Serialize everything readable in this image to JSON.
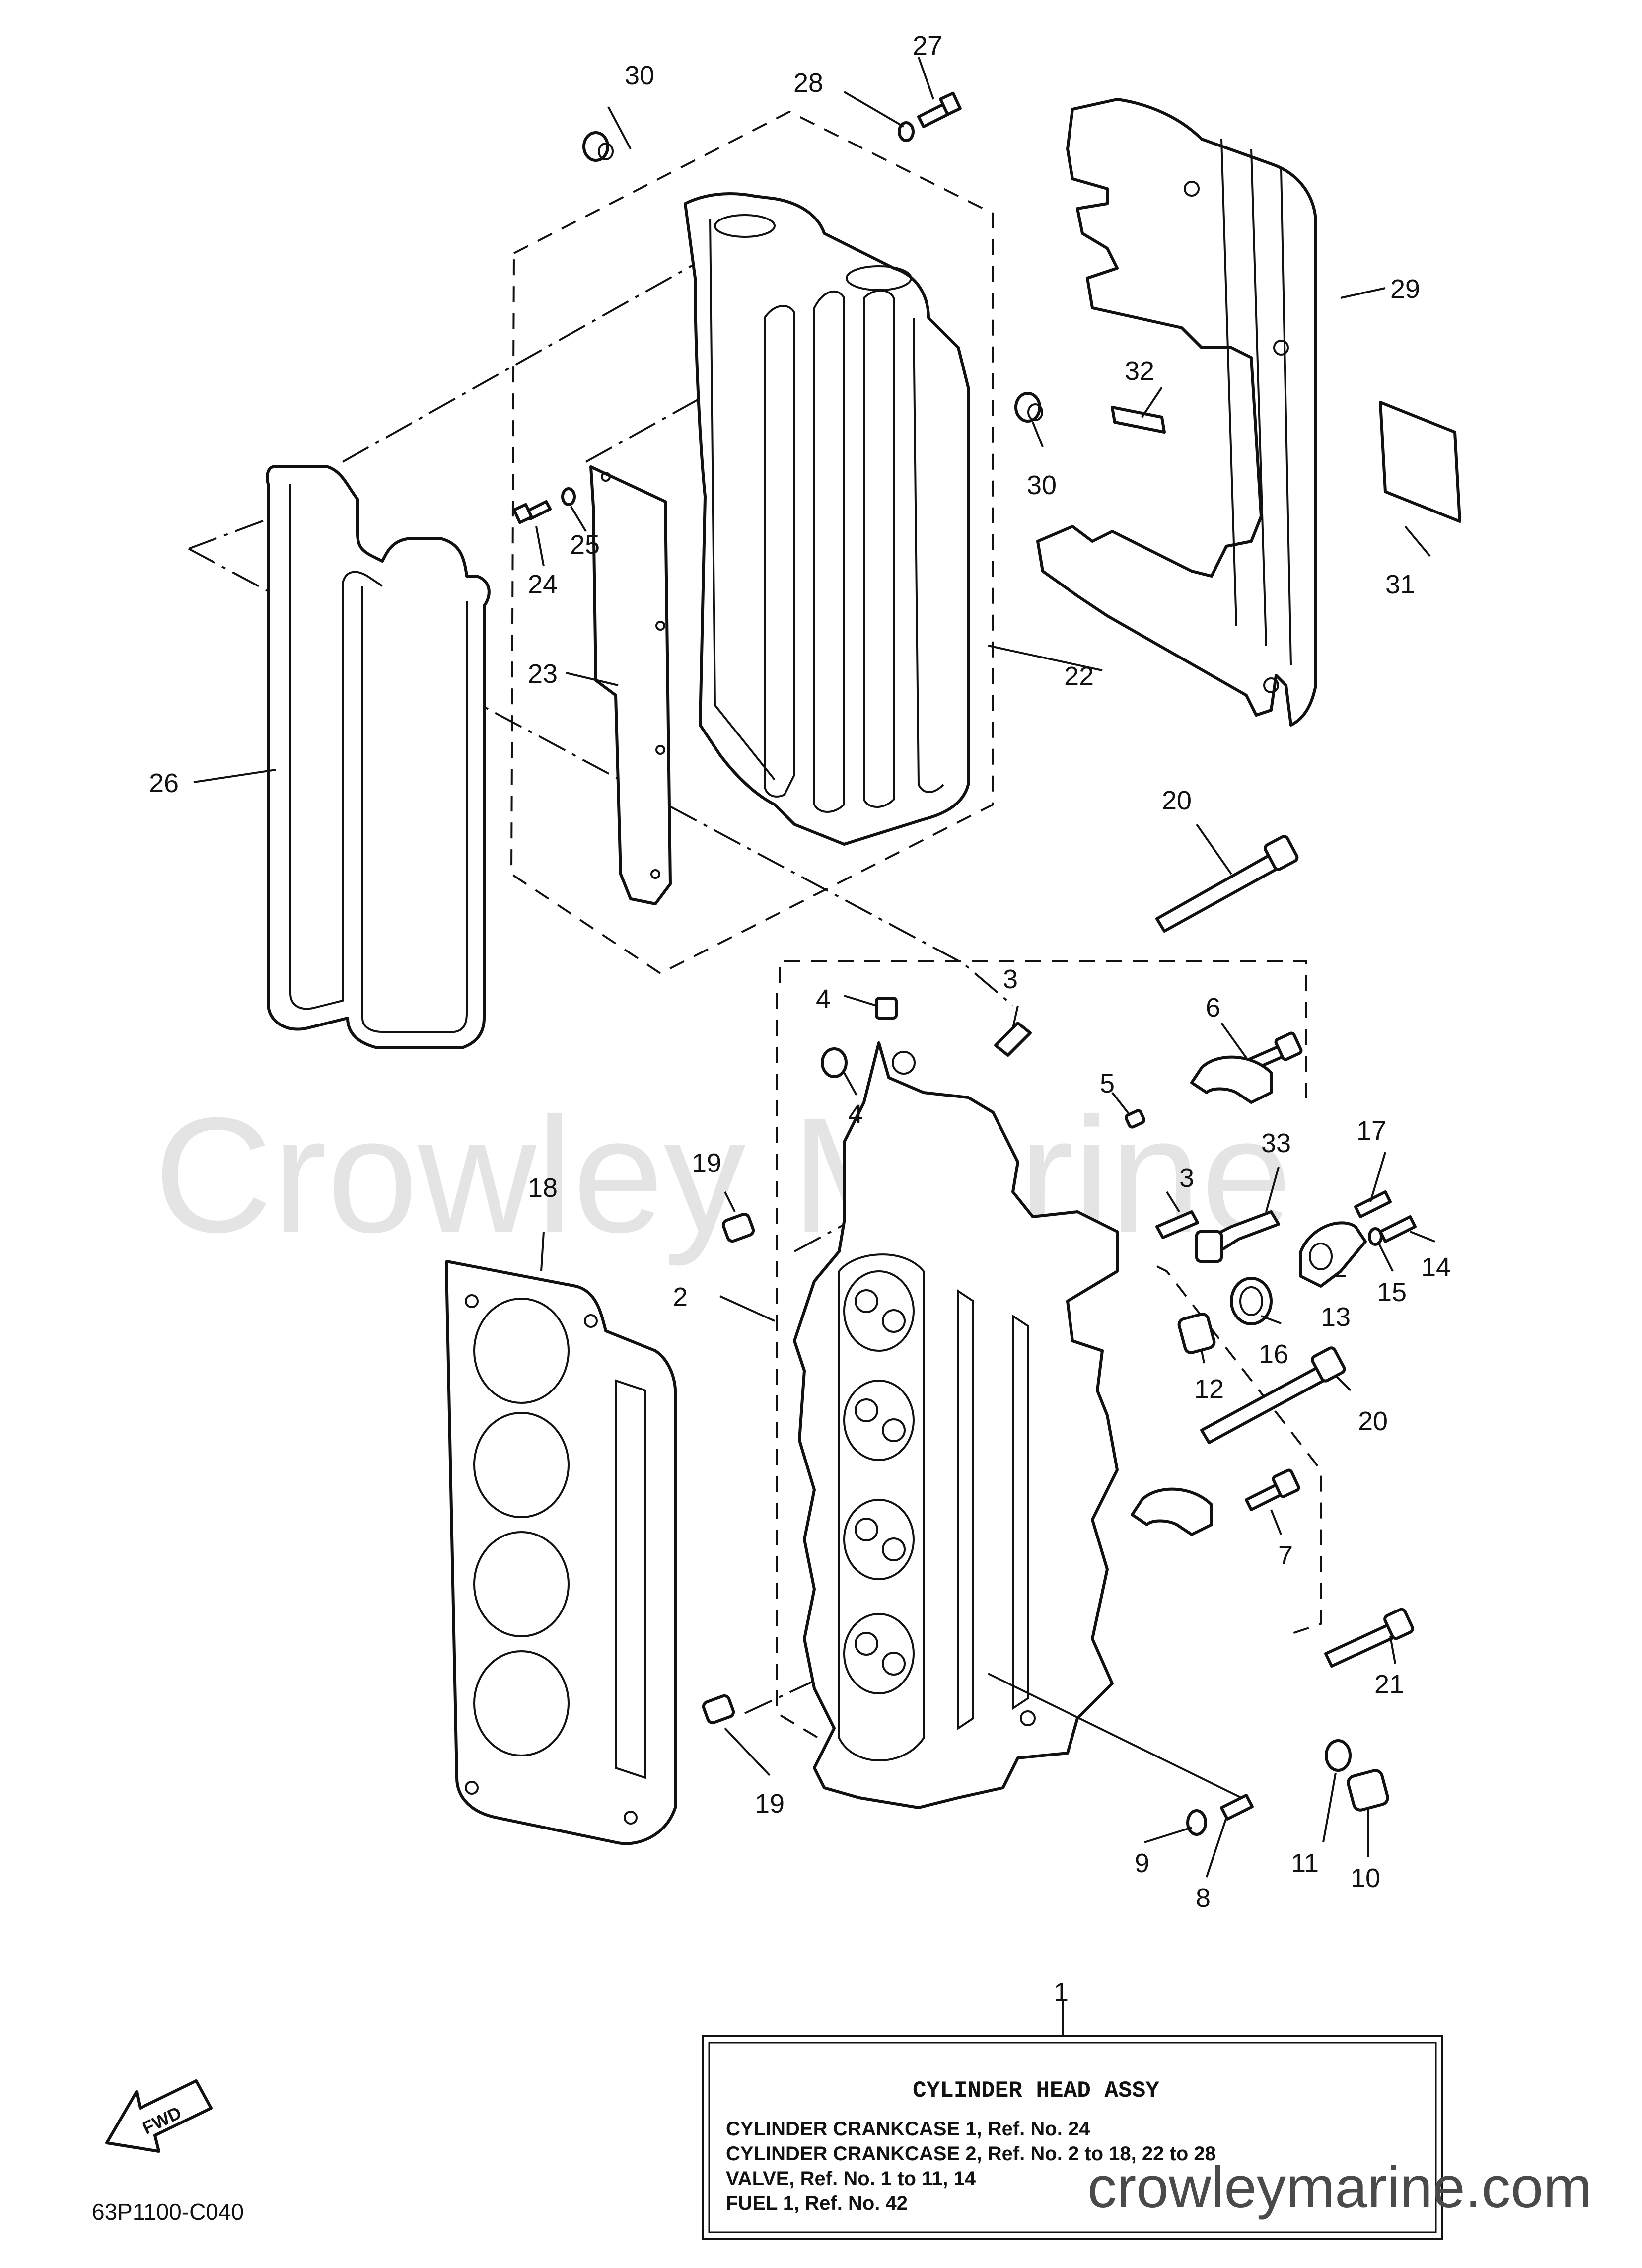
{
  "callouts": {
    "n1": "1",
    "n2": "2",
    "n3a": "3",
    "n3b": "3",
    "n4a": "4",
    "n4b": "4",
    "n5": "5",
    "n6": "6",
    "n7": "7",
    "n8": "8",
    "n9": "9",
    "n10": "10",
    "n11": "11",
    "n12": "12",
    "n13": "13",
    "n14": "14",
    "n15": "15",
    "n16": "16",
    "n17": "17",
    "n18": "18",
    "n19a": "19",
    "n19b": "19",
    "n20a": "20",
    "n20b": "20",
    "n21": "21",
    "n22": "22",
    "n23": "23",
    "n24": "24",
    "n25": "25",
    "n26": "26",
    "n27": "27",
    "n28": "28",
    "n29": "29",
    "n30a": "30",
    "n30b": "30",
    "n31": "31",
    "n32": "32",
    "n33": "33"
  },
  "legend": {
    "title": "CYLINDER HEAD ASSY",
    "lines": [
      "CYLINDER CRANKCASE 1, Ref. No. 24",
      "CYLINDER CRANKCASE 2, Ref. No. 2 to 18, 22 to 28",
      "VALVE, Ref. No. 1 to 11, 14",
      "FUEL 1, Ref. No. 42"
    ]
  },
  "fwd_label": "FWD",
  "diagram_code": "63P1100-C040",
  "watermarks": {
    "center": "Crowley Marine",
    "corner": "crowleymarine.com"
  }
}
